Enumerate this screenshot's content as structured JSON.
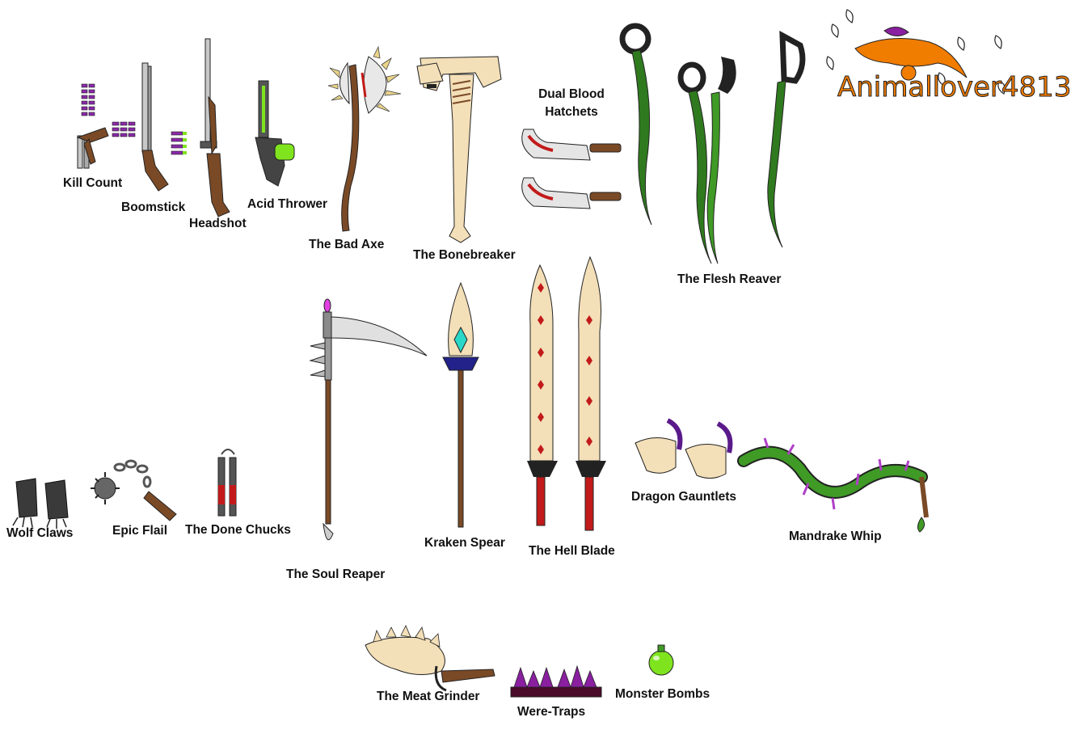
{
  "logo": {
    "text": "Animallover4813"
  },
  "weapons": {
    "kill_count": "Kill Count",
    "boomstick": "Boomstick",
    "headshot": "Headshot",
    "acid_thrower": "Acid Thrower",
    "bad_axe": "The Bad Axe",
    "bonebreaker": "The Bonebreaker",
    "dual_blood_hatchets": "Dual Blood Hatchets",
    "flesh_reaver": "The Flesh Reaver",
    "soul_reaper": "The Soul Reaper",
    "kraken_spear": "Kraken Spear",
    "hell_blade": "The Hell Blade",
    "dragon_gauntlets": "Dragon Gauntlets",
    "mandrake_whip": "Mandrake Whip",
    "wolf_claws": "Wolf Claws",
    "epic_flail": "Epic Flail",
    "done_chucks": "The Done Chucks",
    "meat_grinder": "The Meat Grinder",
    "were_traps": "Were-Traps",
    "monster_bombs": "Monster Bombs"
  },
  "colors": {
    "wood": "#7a4a26",
    "steel": "#c8c8c8",
    "bone": "#f3dfb8",
    "blood": "#c21a1a",
    "leaf": "#2f7a1e",
    "acid": "#7fe41e",
    "purple": "#8a1fa0",
    "logo_orange": "#f07c00"
  }
}
